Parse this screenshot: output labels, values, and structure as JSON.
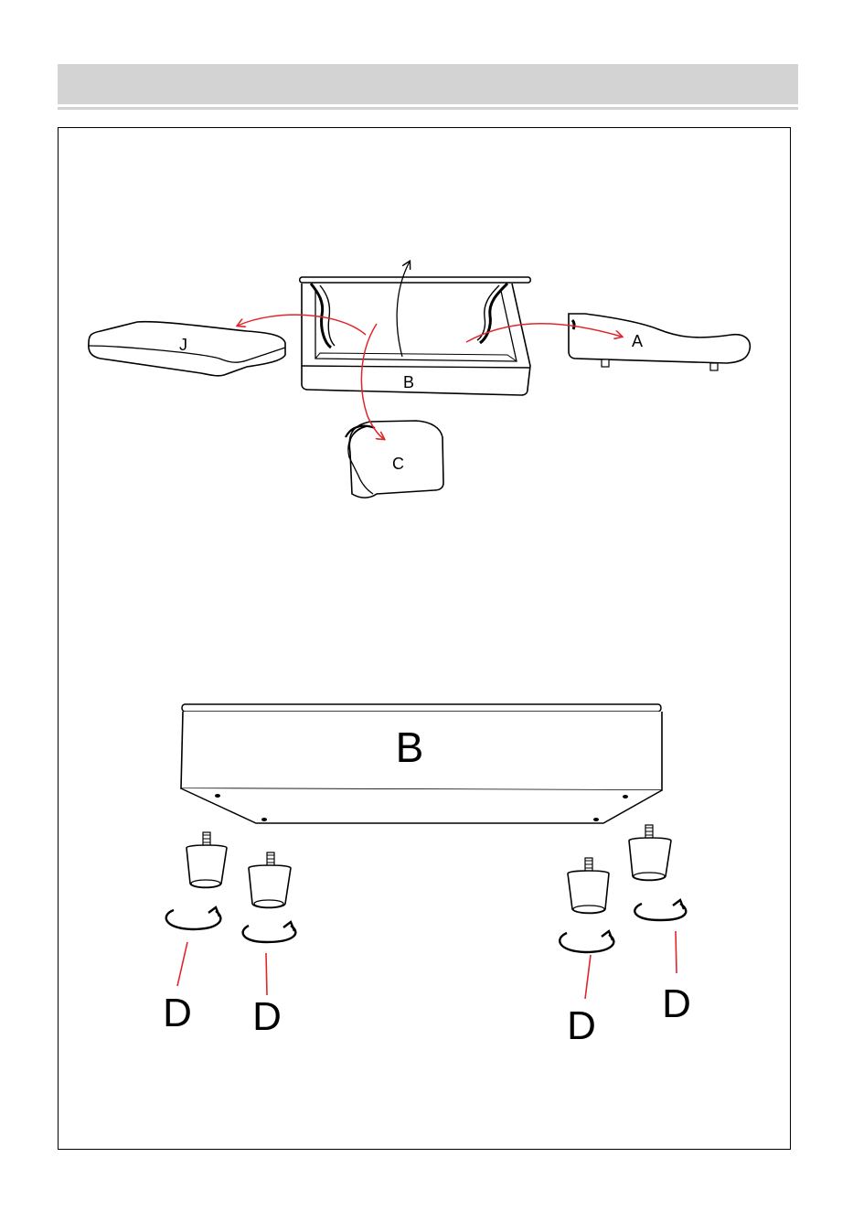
{
  "header": {
    "title": ""
  },
  "colors": {
    "header_bar": "#d3d3d3",
    "arrow_red": "#e0262b",
    "line": "#000000"
  },
  "diagram_top": {
    "label_j": "J",
    "label_b": "B",
    "label_a": "A",
    "label_c": "C"
  },
  "diagram_bottom": {
    "label_b": "B",
    "leg_labels": [
      "D",
      "D",
      "D",
      "D"
    ]
  }
}
